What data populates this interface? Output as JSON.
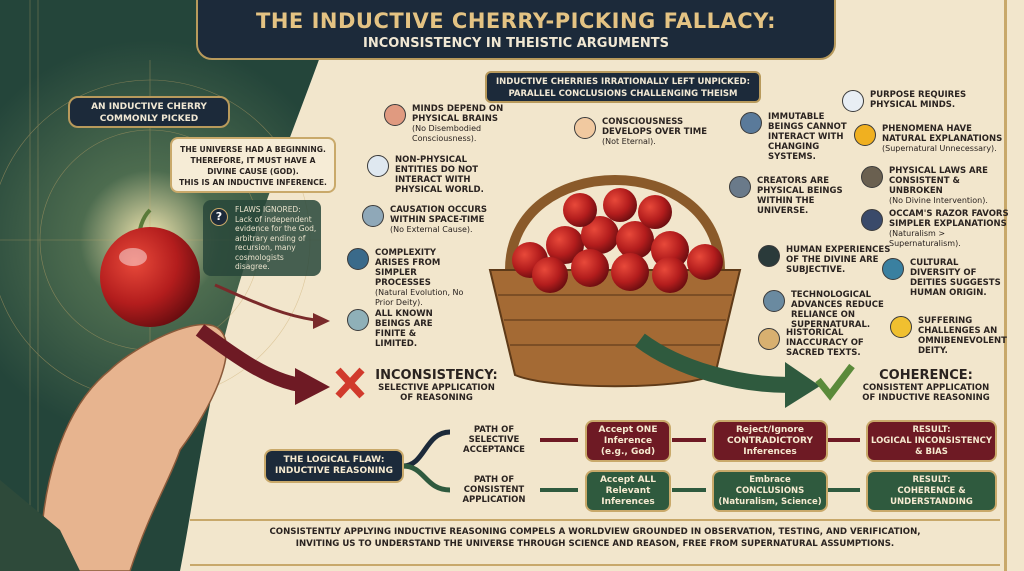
{
  "header": {
    "title": "THE INDUCTIVE CHERRY-PICKING FALLACY:",
    "subtitle": "INCONSISTENCY IN THEISTIC ARGUMENTS"
  },
  "left_panel": {
    "label_line1": "AN INDUCTIVE CHERRY",
    "label_line2": "COMMONLY PICKED",
    "bubble": [
      "THE UNIVERSE HAD A BEGINNING.",
      "THEREFORE, IT MUST HAVE A",
      "DIVINE CAUSE (GOD).",
      "THIS IS AN INDUCTIVE INFERENCE."
    ],
    "flaws_title": "FLAWS IGNORED:",
    "flaws_text": "Lack of independent evidence for the God, arbitrary ending of recursion, many cosmologists disagree.",
    "flaws_icon": "?"
  },
  "center_banner": {
    "line1": "INDUCTIVE CHERRIES IRRATIONALLY LEFT UNPICKED:",
    "line2": "PARALLEL CONCLUSIONS CHALLENGING THEISM"
  },
  "cherries": [
    {
      "title": "MINDS DEPEND ON PHYSICAL BRAINS",
      "note": "(No Disembodied Consciousness).",
      "icon": "brain-icon"
    },
    {
      "title": "NON-PHYSICAL ENTITIES DO NOT INTERACT WITH PHYSICAL WORLD.",
      "note": "",
      "icon": "ghost-icon"
    },
    {
      "title": "CAUSATION OCCURS WITHIN SPACE-TIME",
      "note": "(No External Cause).",
      "icon": "clock-icon"
    },
    {
      "title": "COMPLEXITY ARISES FROM SIMPLER PROCESSES",
      "note": "(Natural Evolution, No Prior Deity).",
      "icon": "dna-icon"
    },
    {
      "title": "ALL KNOWN BEINGS ARE FINITE & LIMITED.",
      "note": "",
      "icon": "magnifier-icon"
    },
    {
      "title": "CONSCIOUSNESS DEVELOPS OVER TIME",
      "note": "(Not Eternal).",
      "icon": "baby-icon"
    },
    {
      "title": "IMMUTABLE BEINGS CANNOT INTERACT WITH CHANGING SYSTEMS.",
      "note": "",
      "icon": "gear-icon"
    },
    {
      "title": "CREATORS ARE PHYSICAL BEINGS WITHIN THE UNIVERSE.",
      "note": "",
      "icon": "hammer-icon"
    },
    {
      "title": "HUMAN EXPERIENCES OF THE DIVINE ARE SUBJECTIVE.",
      "note": "",
      "icon": "person-icon"
    },
    {
      "title": "TECHNOLOGICAL ADVANCES REDUCE RELIANCE ON SUPERNATURAL.",
      "note": "",
      "icon": "robot-icon"
    },
    {
      "title": "HISTORICAL INACCURACY OF SACRED TEXTS.",
      "note": "",
      "icon": "scroll-icon"
    },
    {
      "title": "PURPOSE REQUIRES PHYSICAL MINDS.",
      "note": "",
      "icon": "thought-cloud-icon"
    },
    {
      "title": "PHENOMENA HAVE NATURAL EXPLANATIONS",
      "note": "(Supernatural Unnecessary).",
      "icon": "lightning-icon"
    },
    {
      "title": "PHYSICAL LAWS ARE CONSISTENT & UNBROKEN",
      "note": "(No Divine Intervention).",
      "icon": "scales-icon"
    },
    {
      "title": "OCCAM'S RAZOR FAVORS SIMPLER EXPLANATIONS",
      "note": "(Naturalism > Supernaturalism).",
      "icon": "galaxy-icon"
    },
    {
      "title": "CULTURAL DIVERSITY OF DEITIES SUGGESTS HUMAN ORIGIN.",
      "note": "",
      "icon": "globe-icon"
    },
    {
      "title": "SUFFERING CHALLENGES AN OMNIBENEVOLENT DEITY.",
      "note": "",
      "icon": "crying-face-icon"
    }
  ],
  "inconsistency": {
    "title": "INCONSISTENCY:",
    "line1": "SELECTIVE APPLICATION",
    "line2": "OF REASONING"
  },
  "coherence": {
    "title": "COHERENCE:",
    "line1": "CONSISTENT APPLICATION",
    "line2": "OF INDUCTIVE REASONING"
  },
  "flow": {
    "root_line1": "THE LOGICAL FLAW:",
    "root_line2": "INDUCTIVE REASONING",
    "selective": {
      "label": [
        "PATH OF",
        "SELECTIVE",
        "ACCEPTANCE"
      ],
      "step1": [
        "Accept ONE",
        "Inference",
        "(e.g., God)"
      ],
      "step2": [
        "Reject/Ignore",
        "CONTRADICTORY",
        "Inferences"
      ],
      "result": [
        "RESULT:",
        "LOGICAL INCONSISTENCY",
        "& BIAS"
      ]
    },
    "consistent": {
      "label": [
        "PATH OF",
        "CONSISTENT",
        "APPLICATION"
      ],
      "step1": [
        "Accept ALL",
        "Relevant",
        "Inferences"
      ],
      "step2": [
        "Embrace",
        "CONCLUSIONS",
        "(Naturalism, Science)"
      ],
      "result": [
        "RESULT:",
        "COHERENCE &",
        "UNDERSTANDING"
      ]
    }
  },
  "footer": {
    "line1": "CONSISTENTLY APPLYING INDUCTIVE REASONING COMPELS A WORLDVIEW GROUNDED IN OBSERVATION, TESTING, AND VERIFICATION,",
    "line2": "INVITING US TO UNDERSTAND THE UNIVERSE THROUGH SCIENCE AND REASON, FREE FROM SUPERNATURAL ASSUMPTIONS."
  },
  "colors": {
    "green": "#2f5a3e",
    "navy": "#1c2a3a",
    "maroon": "#6e1a24",
    "gold": "#e4c383",
    "parchment": "#f2e6cc"
  }
}
